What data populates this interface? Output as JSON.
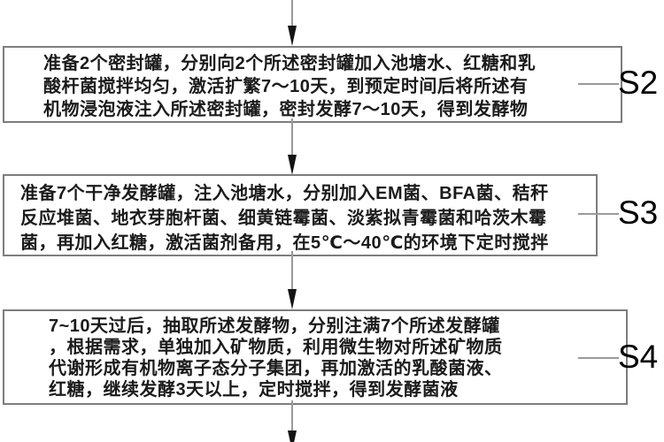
{
  "palette": {
    "bg": "#ffffff",
    "border_color": "#7d7d7d",
    "line_color": "#9a9a9a",
    "arrow_color": "#141414",
    "text_color": "#1b1b1b",
    "label_color": "#000000"
  },
  "flow": {
    "type": "vertical-flowchart",
    "steps": [
      {
        "label": "S2",
        "lines": [
          "准备2个密封罐，分别向2个所述密封罐加入池塘水、红糖和乳",
          "酸杆菌搅拌均匀，激活扩繁7～10天，到预定时间后将所述有",
          "机物浸泡液注入所述密封罐，密封发酵7～10天，得到发酵物"
        ]
      },
      {
        "label": "S3",
        "lines": [
          "准备7个干净发酵罐，注入池塘水，分别加入EM菌、BFA菌、秸秆",
          "反应堆菌、地衣芽胞杆菌、细黄链霉菌、淡紫拟青霉菌和哈茨木霉",
          "菌，再加入红糖，激活菌剂备用，在5℃～40℃的环境下定时搅拌"
        ]
      },
      {
        "label": "S4",
        "lines": [
          "7~10天过后，抽取所述发酵物，分别注满7个所述发酵罐",
          "，根据需求，单独加入矿物质，利用微生物对所述矿物质",
          "代谢形成有机物离子态分子集团，再加激活的乳酸菌液、",
          "红糖，继续发酵3天以上，定时搅拌，得到发酵菌液"
        ]
      }
    ]
  }
}
